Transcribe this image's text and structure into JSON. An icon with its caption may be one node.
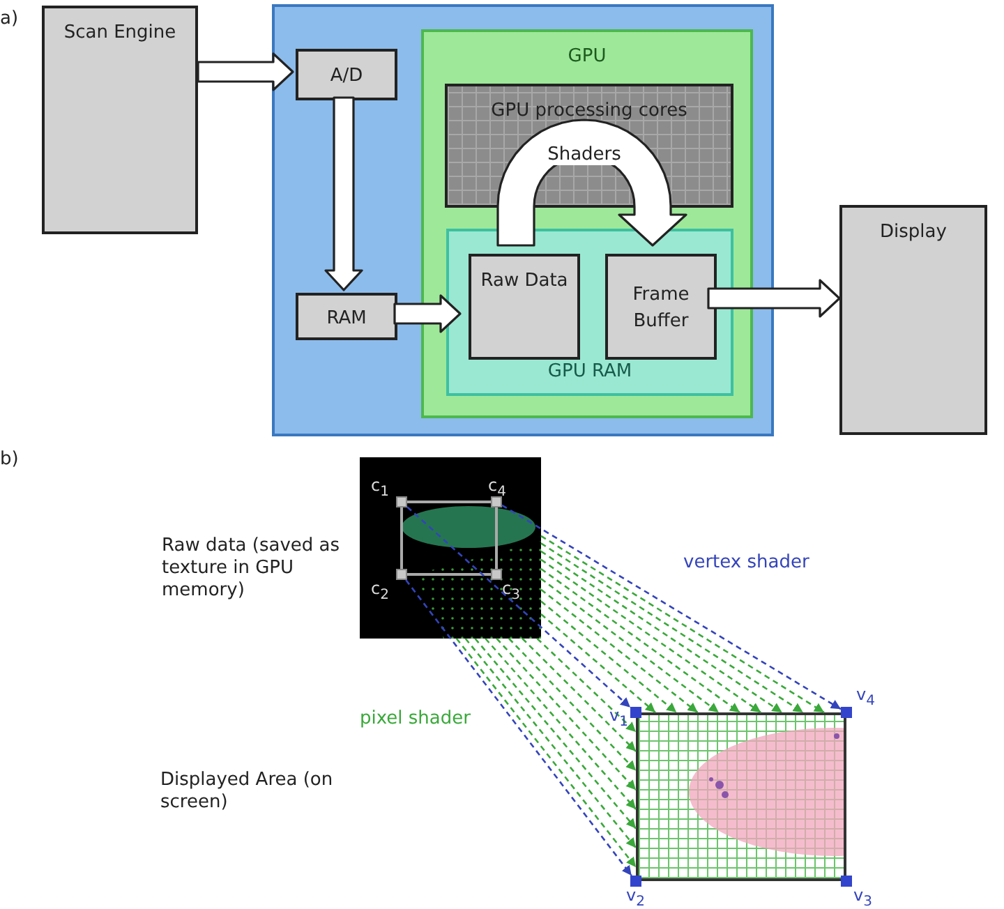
{
  "diagram": {
    "nodes": [
      {
        "text": [
          "Scan Engine"
        ]
      },
      {
        "text": [],
        "shape": "box"
      },
      {
        "text": [
          "A/D"
        ],
        "in": 1
      },
      {
        "text": [
          "RAM"
        ],
        "in": 1
      },
      {
        "text": [
          "GPU"
        ],
        "in": 1
      },
      {
        "text": [
          "GPU processing cores"
        ],
        "in": 4
      },
      {
        "text": [
          "GPU RAM"
        ],
        "in": 4
      },
      {
        "text": [
          "Raw Data"
        ],
        "in": 6
      },
      {
        "text": [
          "Frame Buffer"
        ],
        "in": 6
      },
      {
        "text": [
          "Display"
        ]
      },
      {
        "text": [],
        "shape": "picture"
      },
      {
        "text": [],
        "shape": "box",
        "in": 10,
        "beside": [
          "c$_{1}$"
        ]
      },
      {
        "text": [],
        "shape": "box",
        "in": 10,
        "beside": [
          "c$_{4}$"
        ]
      },
      {
        "text": [],
        "shape": "box",
        "in": 10,
        "beside": [
          "c$_{2}$"
        ]
      },
      {
        "text": [],
        "shape": "box",
        "in": 10,
        "beside": [
          "c$_{3}$"
        ]
      },
      {
        "text": [],
        "shape": "picture"
      },
      {
        "text": [],
        "shape": "box",
        "beside": [
          "v$_{1}$"
        ]
      },
      {
        "text": [],
        "shape": "box",
        "beside": [
          "v$_{4}$"
        ]
      },
      {
        "text": [],
        "shape": "box",
        "beside": [
          "v$_{2}$"
        ]
      },
      {
        "text": [],
        "shape": "box",
        "beside": [
          "v$_{3}$"
        ]
      }
    ],
    "edges": [
      {
        "from": 0,
        "to": 2,
        "arrow": "to",
        "style": "thick"
      },
      {
        "from": 2,
        "to": 3,
        "arrow": "to",
        "style": "thick"
      },
      {
        "from": 3,
        "to": 7,
        "arrow": "to",
        "style": "thick"
      },
      {
        "from": 7,
        "to": 8,
        "arrow": "to",
        "style": "thick",
        "label": "Shaders"
      },
      {
        "from": 8,
        "to": 9,
        "arrow": "to",
        "style": "thick"
      },
      {
        "from": 11,
        "to": 16,
        "arrow": "to",
        "style": "dashed",
        "color": "#3344bb"
      },
      {
        "from": 12,
        "to": 17,
        "arrow": "to",
        "style": "dashed",
        "color": "#3344bb"
      },
      {
        "from": 13,
        "to": 18,
        "arrow": "to",
        "style": "dashed",
        "color": "#3344bb"
      },
      {
        "from": 10,
        "to": 15,
        "arrow": "to",
        "style": "dashed",
        "color": "#3aa83a"
      },
      {
        "from": 10,
        "to": 15,
        "arrow": "to",
        "style": "dashed",
        "color": "#3aa83a"
      },
      {
        "from": 10,
        "to": 15,
        "arrow": "to",
        "style": "dashed",
        "color": "#3aa83a"
      },
      {
        "from": 10,
        "to": 15,
        "arrow": "to",
        "style": "dashed",
        "color": "#3aa83a"
      },
      {
        "from": 10,
        "to": 15,
        "arrow": "to",
        "style": "dashed",
        "color": "#3aa83a"
      },
      {
        "from": 10,
        "to": 15,
        "arrow": "to",
        "style": "dashed",
        "color": "#3aa83a"
      },
      {
        "from": 10,
        "to": 15,
        "arrow": "to",
        "style": "dashed",
        "color": "#3aa83a"
      },
      {
        "from": 10,
        "to": 15,
        "arrow": "to",
        "style": "dashed",
        "color": "#3aa83a"
      },
      {
        "from": 10,
        "to": 15,
        "arrow": "to",
        "style": "dashed",
        "color": "#3aa83a"
      },
      {
        "from": 10,
        "to": 15,
        "arrow": "to",
        "style": "dashed",
        "color": "#3aa83a"
      },
      {
        "from": 10,
        "to": 15,
        "arrow": "to",
        "style": "dashed",
        "color": "#3aa83a"
      },
      {
        "from": 10,
        "to": 15,
        "arrow": "to",
        "style": "dashed",
        "color": "#3aa83a"
      },
      {
        "from": 10,
        "to": 15,
        "arrow": "to",
        "style": "dashed",
        "color": "#3aa83a"
      },
      {
        "from": 10,
        "to": 15,
        "arrow": "to",
        "style": "dashed",
        "color": "#3aa83a"
      },
      {
        "from": 10,
        "to": 15,
        "arrow": "to",
        "style": "dashed",
        "color": "#3aa83a"
      },
      {
        "from": 10,
        "to": 15,
        "arrow": "to",
        "style": "dashed",
        "color": "#3aa83a"
      },
      {
        "from": 10,
        "to": 15,
        "arrow": "to",
        "style": "dashed",
        "color": "#3aa83a"
      }
    ],
    "labels": [
      "a)",
      "b)",
      "Raw data (saved as texture in GPU memory)",
      "vertex shader",
      "pixel shader",
      "Displayed Area (on screen)"
    ]
  }
}
